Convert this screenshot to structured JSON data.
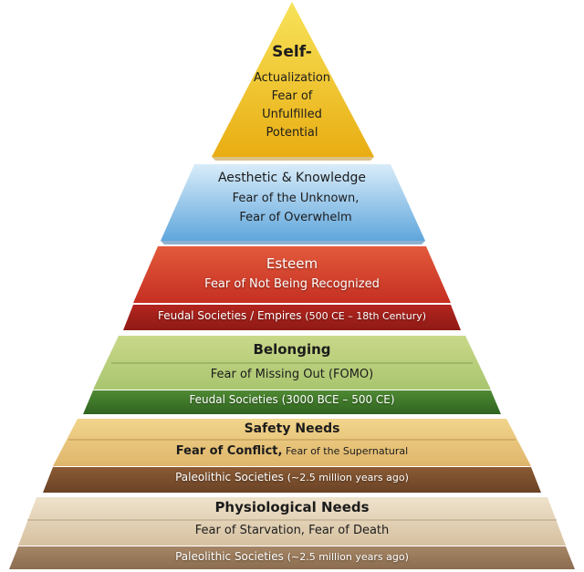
{
  "levels": {
    "self_actualization": {
      "title": "Self-",
      "line1": "Actualization",
      "line2": "Fear of",
      "line3": "Unfulfilled",
      "line4": "Potential",
      "color": "#f2c21b"
    },
    "aesthetic": {
      "title": "Aesthetic & Knowledge",
      "line1": "Fear of the Unknown,",
      "line2": "Fear of Overwhelm",
      "color": "#8ec3e8"
    },
    "esteem": {
      "title": "Esteem",
      "line1": "Fear of Not Being Recognized",
      "era_main": "Feudal Societies / Empires",
      "era_range": "(500 CE – 18th Century)",
      "color": "#d8402d"
    },
    "belonging": {
      "title": "Belonging",
      "line1": "Fear of Missing Out (FOMO)",
      "era_main": "Feudal Societies",
      "era_range": "(3000 BCE – 500 CE)",
      "color": "#8fb04f"
    },
    "safety": {
      "title": "Safety Needs",
      "line1_main": "Fear of Conflict,",
      "line1_rest": " Fear of the Supernatural",
      "era_main": "Paleolithic Societies",
      "era_range": "(~2.5 million years ago)",
      "color": "#d8a85a"
    },
    "physiological": {
      "title": "Physiological Needs",
      "line1": "Fear of Starvation, Fear of Death",
      "era_main": "Paleolithic Societies",
      "era_range": "(~2.5 million years ago)",
      "color": "#d9c6a6"
    }
  }
}
